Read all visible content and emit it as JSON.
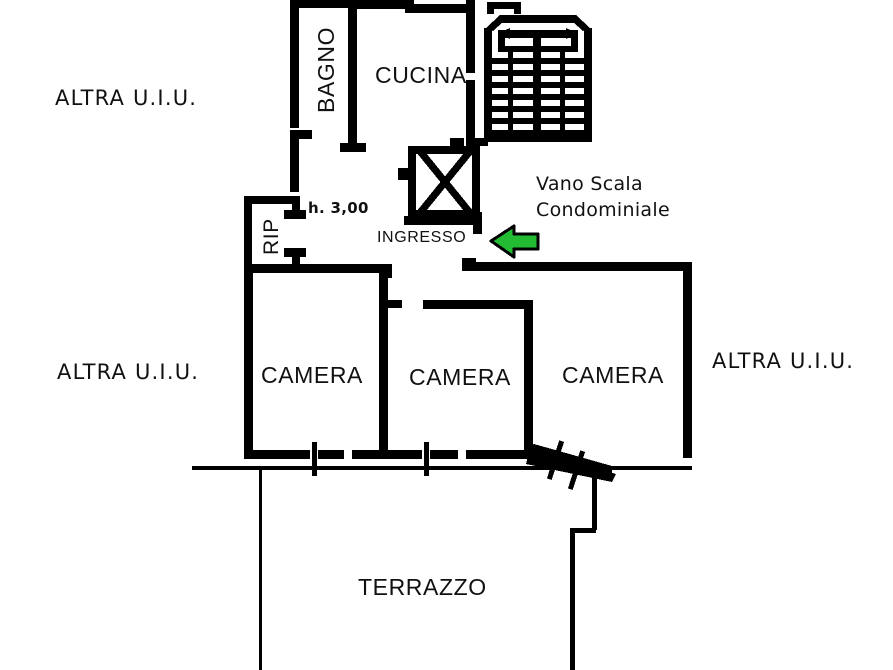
{
  "document": {
    "type": "floor-plan",
    "language": "it",
    "background_color": "#ffffff",
    "wall_color": "#000000",
    "arrow_color": "#22bb33"
  },
  "labels": {
    "altra_uiu_top_left": "ALTRA U.I.U.",
    "altra_uiu_mid_left": "ALTRA U.I.U.",
    "altra_uiu_right": "ALTRA U.I.U.",
    "bagno": "BAGNO",
    "cucina": "CUCINA",
    "rip": "RIP",
    "height_note": "h. 3,00",
    "ingresso": "INGRESSO",
    "vano_scala_line1": "Vano Scala",
    "vano_scala_line2": "Condominiale",
    "camera_left": "CAMERA",
    "camera_center": "CAMERA",
    "camera_right": "CAMERA",
    "terrazzo": "TERRAZZO"
  },
  "icons": {
    "entrance_arrow": "left-arrow-icon",
    "stair_up_arrow": "stair-direction-arrow-icon",
    "shaft_cross": "shaft-cross-icon"
  },
  "rooms": [
    {
      "name": "BAGNO",
      "id": "bagno"
    },
    {
      "name": "CUCINA",
      "id": "cucina"
    },
    {
      "name": "RIP",
      "id": "rip"
    },
    {
      "name": "INGRESSO",
      "id": "ingresso"
    },
    {
      "name": "CAMERA",
      "id": "camera-left"
    },
    {
      "name": "CAMERA",
      "id": "camera-center"
    },
    {
      "name": "CAMERA",
      "id": "camera-right"
    },
    {
      "name": "TERRAZZO",
      "id": "terrazzo"
    }
  ]
}
